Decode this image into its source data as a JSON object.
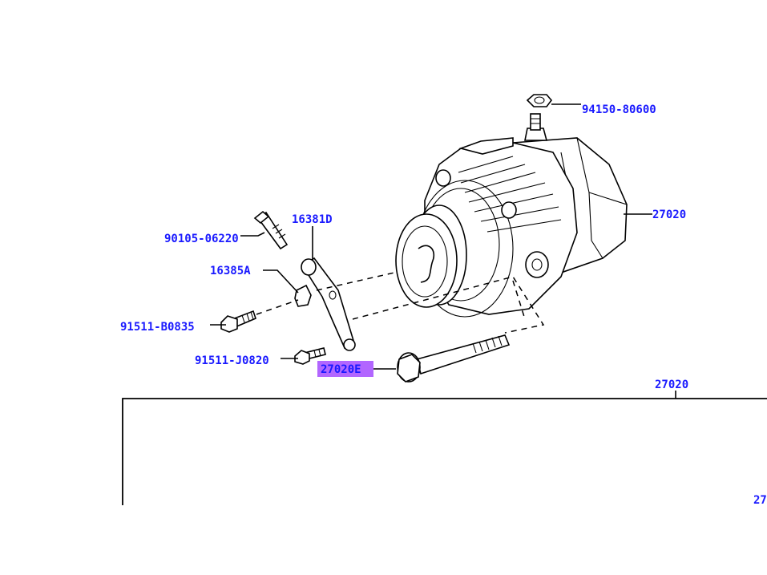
{
  "callouts": {
    "c94150": "94150-80600",
    "c27020a": "27020",
    "c16381D": "16381D",
    "c90105": "90105-06220",
    "c16385A": "16385A",
    "c91511B": "91511-B0835",
    "c91511J": "91511-J0820",
    "c27020E": "27020E",
    "c27020b": "27020",
    "c27cut": "27"
  },
  "highlight_color": "#b266ff",
  "label_color": "#1a1aff"
}
